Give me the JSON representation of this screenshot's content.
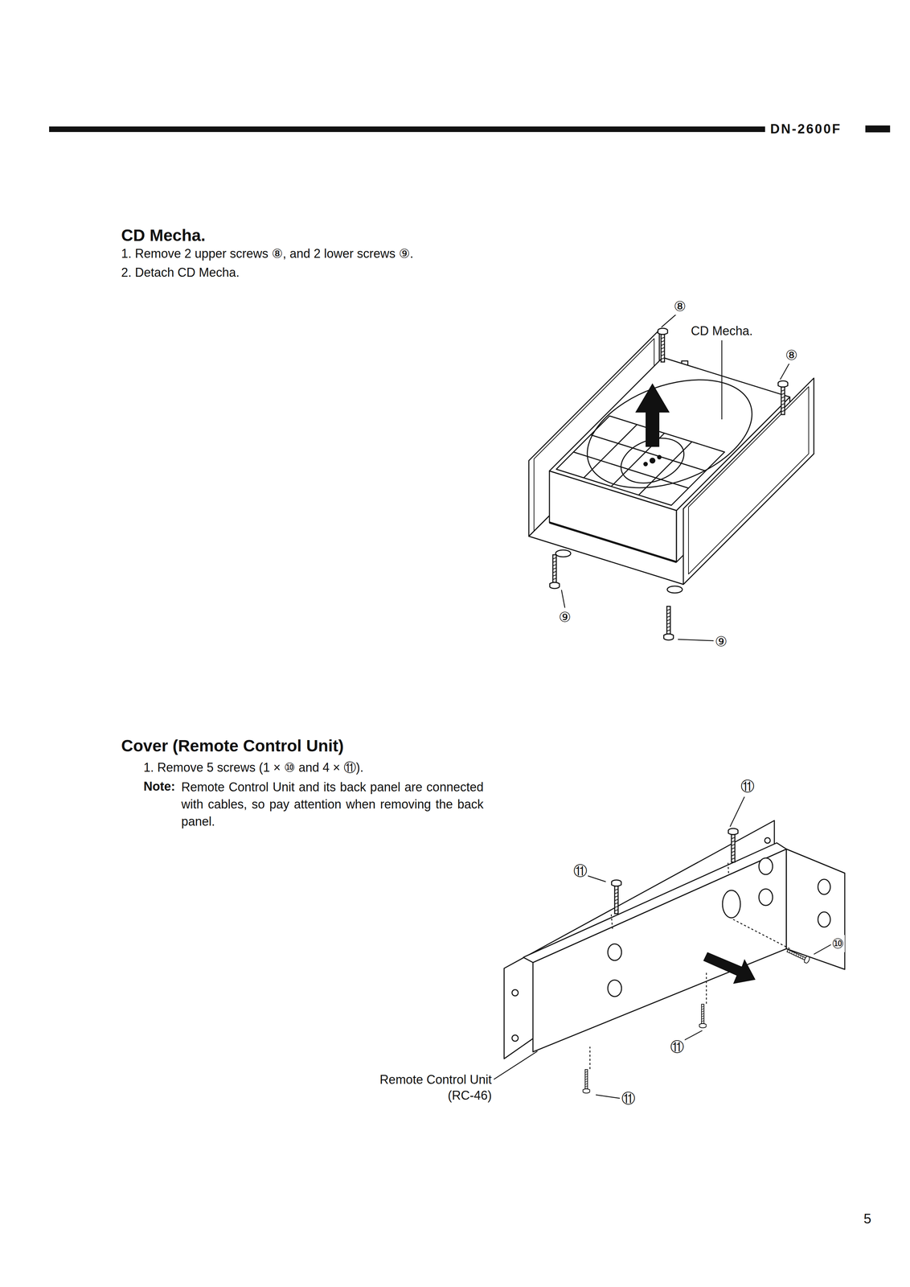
{
  "diagram": {
    "labels": [
      "DN-2600F",
      "CD Mecha.",
      "1. Remove 2 upper screws ⑧, and 2 lower screws ⑨.",
      "2. Detach CD Mecha.",
      "⑧",
      "CD Mecha.",
      "⑧",
      "⑨",
      "⑨",
      "Cover (Remote Control Unit)",
      "1. Remove 5 screws (1 × ⑩ and 4 × ⑪).",
      "Note:",
      "Remote Control Unit and its back panel are connected with cables, so pay attention when removing the back panel.",
      "⑪",
      "⑪",
      "⑩",
      "⑪",
      "⑪",
      "Remote Control Unit (RC-46)",
      "5"
    ]
  }
}
